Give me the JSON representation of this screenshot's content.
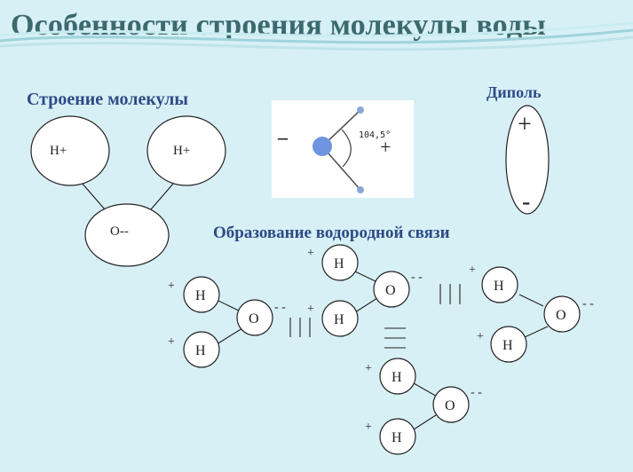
{
  "title": "Особенности строения молекулы воды",
  "labels": {
    "structure": "Строение молекулы",
    "dipole": "Диполь",
    "hbond": "Образование водородной связи"
  },
  "structure_atoms": {
    "h_left": "H+",
    "h_right": "H+",
    "oxygen": "O--"
  },
  "photo": {
    "minus": "–",
    "plus": "+",
    "angle": "104,5°"
  },
  "dipole": {
    "plus": "+",
    "minus": "-"
  },
  "hbond": {
    "h": "H",
    "o": "O",
    "plus": "+",
    "minus2": "- -",
    "bond": "|||"
  },
  "colors": {
    "background": "#d7f0f6",
    "title": "#3b6a6e",
    "label": "#2e4a86",
    "photo_bg": "#ffffff",
    "atom_o": "#6f94e0",
    "atom_h": "#8aa6d8"
  }
}
